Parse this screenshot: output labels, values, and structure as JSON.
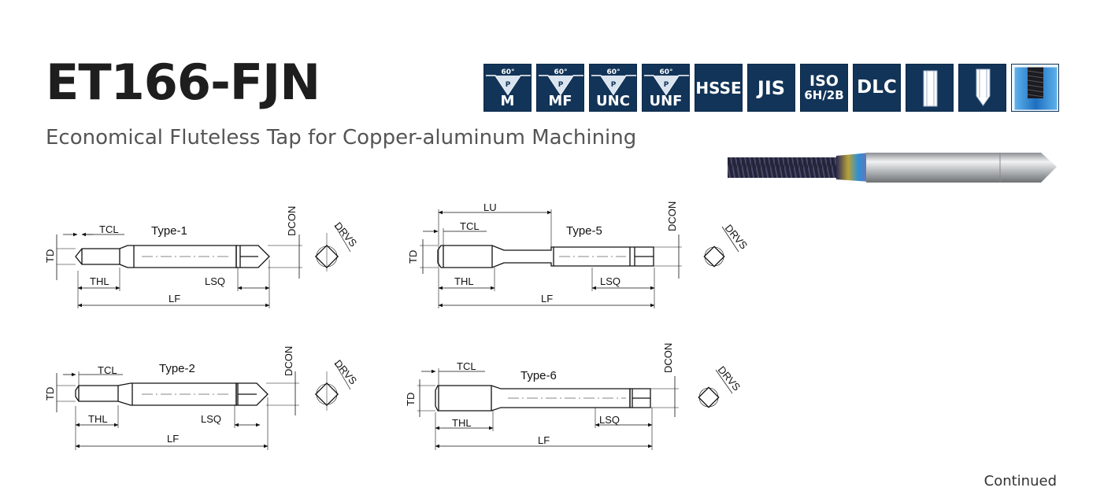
{
  "header": {
    "title": "ET166-FJN",
    "subtitle": "Economical Fluteless Tap for Copper-aluminum Machining"
  },
  "badges": {
    "threads": [
      {
        "angle": "60°",
        "pitch": "P",
        "code": "M"
      },
      {
        "angle": "60°",
        "pitch": "P",
        "code": "MF"
      },
      {
        "angle": "60°",
        "pitch": "P",
        "code": "UNC"
      },
      {
        "angle": "60°",
        "pitch": "P",
        "code": "UNF"
      }
    ],
    "material": "HSSE",
    "standard": "JIS",
    "tolerance_line1": "ISO",
    "tolerance_line2": "6H/2B",
    "coating": "DLC",
    "icons": [
      "straight-shank-icon",
      "pointed-shank-icon",
      "coated-tap-icon"
    ]
  },
  "drawings": {
    "type1": {
      "label": "Type-1",
      "tcl": "TCL",
      "thl": "THL",
      "lsq": "LSQ",
      "lf": "LF",
      "td": "TD",
      "dcon": "DCON",
      "drvs": "DRVS"
    },
    "type5": {
      "label": "Type-5",
      "lu": "LU",
      "tcl": "TCL",
      "thl": "THL",
      "lsq": "LSQ",
      "lf": "LF",
      "td": "TD",
      "dcon": "DCON",
      "drvs": "DRVS"
    },
    "type2": {
      "label": "Type-2",
      "tcl": "TCL",
      "thl": "THL",
      "lsq": "LSQ",
      "lf": "LF",
      "td": "TD",
      "dcon": "DCON",
      "drvs": "DRVS"
    },
    "type6": {
      "label": "Type-6",
      "tcl": "TCL",
      "thl": "THL",
      "lsq": "LSQ",
      "lf": "LF",
      "td": "TD",
      "dcon": "DCON",
      "drvs": "DRVS"
    }
  },
  "footer": {
    "continued": "Continued"
  },
  "colors": {
    "badge_bg": "#123458",
    "coating_blue": "#2f7fd0",
    "text_dark": "#1e1e1e"
  }
}
